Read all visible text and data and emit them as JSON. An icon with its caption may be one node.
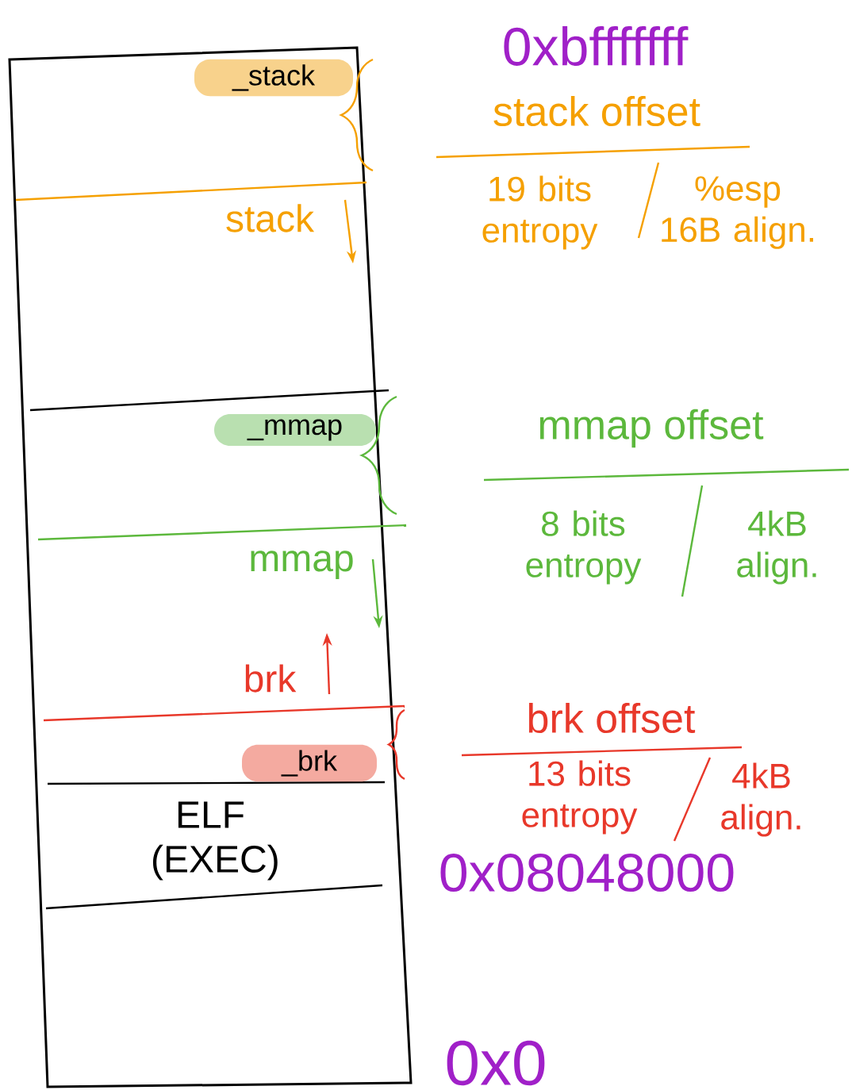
{
  "diagram": {
    "nodes": [
      {
        "text": [
          "_stack"
        ]
      },
      {
        "text": [
          "_mmap"
        ]
      },
      {
        "text": [
          "_brk"
        ]
      }
    ],
    "labels": [
      "0xbfffffff",
      "stack offset",
      "19 bits entropy",
      "%esp 16B align.",
      "stack",
      "mmap offset",
      "8 bits entropy",
      "4kB align.",
      "mmap",
      "brk",
      "brk offset",
      "13 bits entropy",
      "4kB align.",
      "ELF (EXEC)",
      "0x08048000",
      "0x0"
    ]
  }
}
